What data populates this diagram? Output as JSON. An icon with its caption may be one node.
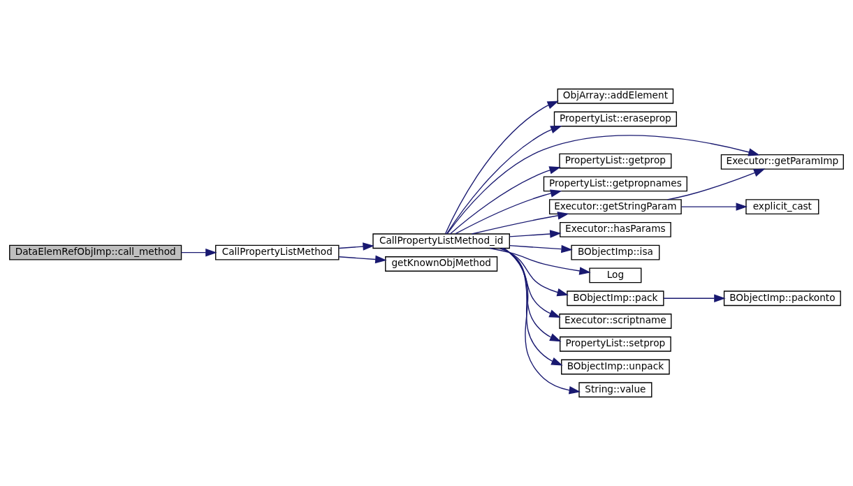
{
  "diagram": {
    "nodes": [
      {
        "text": [
          "DataElemRefObjImp::call_method"
        ]
      },
      {
        "text": [
          "CallPropertyListMethod"
        ]
      },
      {
        "text": [
          "CallPropertyListMethod_id"
        ]
      },
      {
        "text": [
          "getKnownObjMethod"
        ]
      },
      {
        "text": [
          "ObjArray::addElement"
        ]
      },
      {
        "text": [
          "PropertyList::eraseprop"
        ]
      },
      {
        "text": [
          "Executor::getParamImp"
        ]
      },
      {
        "text": [
          "PropertyList::getprop"
        ]
      },
      {
        "text": [
          "PropertyList::getpropnames"
        ]
      },
      {
        "text": [
          "Executor::getStringParam"
        ]
      },
      {
        "text": [
          "explicit_cast"
        ]
      },
      {
        "text": [
          "Executor::hasParams"
        ]
      },
      {
        "text": [
          "BObjectImp::isa"
        ]
      },
      {
        "text": [
          "Log"
        ]
      },
      {
        "text": [
          "BObjectImp::pack"
        ]
      },
      {
        "text": [
          "BObjectImp::packonto"
        ]
      },
      {
        "text": [
          "Executor::scriptname"
        ]
      },
      {
        "text": [
          "PropertyList::setprop"
        ]
      },
      {
        "text": [
          "BObjectImp::unpack"
        ]
      },
      {
        "text": [
          "String::value"
        ]
      }
    ],
    "edges": [
      {
        "from": 0,
        "to": 1,
        "arrow": "to"
      },
      {
        "from": 1,
        "to": 2,
        "arrow": "to"
      },
      {
        "from": 1,
        "to": 3,
        "arrow": "to"
      },
      {
        "from": 2,
        "to": 4,
        "arrow": "to"
      },
      {
        "from": 2,
        "to": 5,
        "arrow": "to"
      },
      {
        "from": 2,
        "to": 6,
        "arrow": "to"
      },
      {
        "from": 2,
        "to": 7,
        "arrow": "to"
      },
      {
        "from": 2,
        "to": 8,
        "arrow": "to"
      },
      {
        "from": 2,
        "to": 9,
        "arrow": "to"
      },
      {
        "from": 2,
        "to": 11,
        "arrow": "to"
      },
      {
        "from": 2,
        "to": 12,
        "arrow": "to"
      },
      {
        "from": 2,
        "to": 13,
        "arrow": "to"
      },
      {
        "from": 2,
        "to": 14,
        "arrow": "to"
      },
      {
        "from": 2,
        "to": 16,
        "arrow": "to"
      },
      {
        "from": 2,
        "to": 17,
        "arrow": "to"
      },
      {
        "from": 2,
        "to": 18,
        "arrow": "to"
      },
      {
        "from": 2,
        "to": 19,
        "arrow": "to"
      },
      {
        "from": 9,
        "to": 6,
        "arrow": "to"
      },
      {
        "from": 9,
        "to": 10,
        "arrow": "to"
      },
      {
        "from": 14,
        "to": 15,
        "arrow": "to"
      }
    ]
  }
}
